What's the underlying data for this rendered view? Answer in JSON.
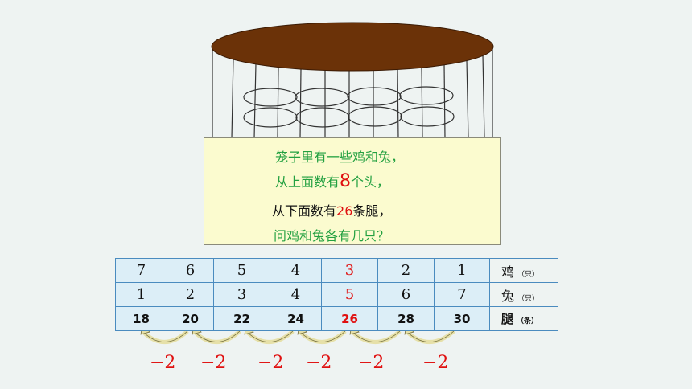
{
  "problem": {
    "line1": "笼子里有一些鸡和兔，",
    "line2_pre": "从上面数有",
    "line2_num": "8",
    "line2_post": "个头，",
    "line3_pre": "从下面数有",
    "line3_num": "26",
    "line3_post": "条腿，",
    "line4": "问鸡和兔各有几只？"
  },
  "table": {
    "rows": [
      {
        "label": "鸡",
        "unit": "（只）",
        "values": [
          "7",
          "6",
          "5",
          "4",
          "3",
          "2",
          "1"
        ]
      },
      {
        "label": "兔",
        "unit": "（只）",
        "values": [
          "1",
          "2",
          "3",
          "4",
          "5",
          "6",
          "7"
        ]
      },
      {
        "label": "腿",
        "unit": "（条）",
        "values": [
          "18",
          "20",
          "22",
          "24",
          "26",
          "28",
          "30"
        ]
      }
    ],
    "highlight_column": 4
  },
  "differences": [
    "−2",
    "−2",
    "−2",
    "−2",
    "−2",
    "−2"
  ],
  "colors": {
    "cage_top": "#6b3208",
    "problem_bg": "#fbfbcf",
    "green_text": "#22a040",
    "red_text": "#e01010",
    "purple_arrow": "#7a3c96",
    "curve_arrow": "#e6e0a8"
  }
}
